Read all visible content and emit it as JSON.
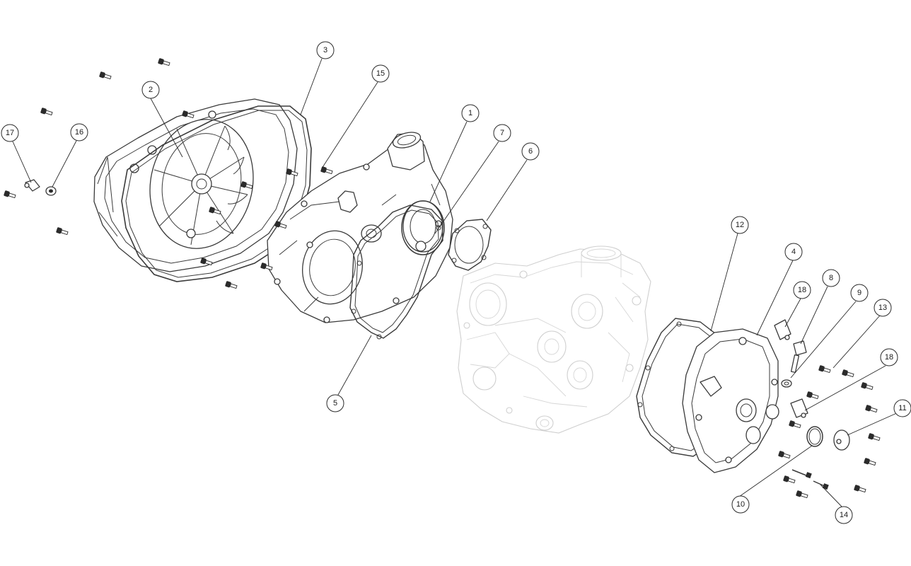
{
  "diagram": {
    "callouts": [
      "1",
      "2",
      "3",
      "4",
      "5",
      "6",
      "7",
      "8",
      "9",
      "10",
      "11",
      "12",
      "13",
      "14",
      "15",
      "16",
      "17",
      "18",
      "18"
    ],
    "colors": {
      "line": "#3a3a3a",
      "ghost_engine": "#cfcfcf",
      "background": "#ffffff"
    }
  }
}
